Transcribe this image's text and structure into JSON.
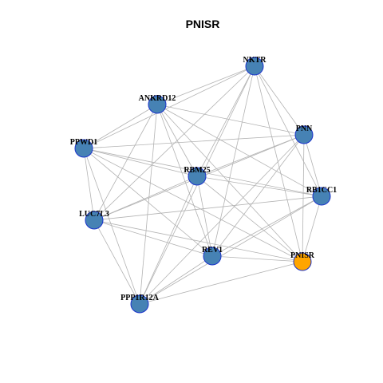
{
  "title": "PNISR",
  "colors": {
    "node_fill": "#4682b4",
    "highlight_fill": "#ffa500",
    "node_stroke": "#1a33cc",
    "edge": "#b3b3b3",
    "label": "#000000"
  },
  "nodes": [
    {
      "id": "NKTR",
      "label": "NKTR",
      "highlight": false
    },
    {
      "id": "ANKRD12",
      "label": "ANKRD12",
      "highlight": false
    },
    {
      "id": "PNN",
      "label": "PNN",
      "highlight": false
    },
    {
      "id": "PPWD1",
      "label": "PPWD1",
      "highlight": false
    },
    {
      "id": "RBM25",
      "label": "RBM25",
      "highlight": false
    },
    {
      "id": "RB1CC1",
      "label": "RB1CC1",
      "highlight": false
    },
    {
      "id": "LUC7L3",
      "label": "LUC7L3",
      "highlight": false
    },
    {
      "id": "REV1",
      "label": "REV1",
      "highlight": false
    },
    {
      "id": "PNISR",
      "label": "PNISR",
      "highlight": true
    },
    {
      "id": "PPP1R12A",
      "label": "PPP1R12A",
      "highlight": false
    }
  ],
  "edges": [
    [
      "NKTR",
      "ANKRD12"
    ],
    [
      "NKTR",
      "PNN"
    ],
    [
      "NKTR",
      "PPWD1"
    ],
    [
      "NKTR",
      "RBM25"
    ],
    [
      "NKTR",
      "RB1CC1"
    ],
    [
      "NKTR",
      "LUC7L3"
    ],
    [
      "NKTR",
      "REV1"
    ],
    [
      "NKTR",
      "PNISR"
    ],
    [
      "NKTR",
      "PPP1R12A"
    ],
    [
      "ANKRD12",
      "PNN"
    ],
    [
      "ANKRD12",
      "PPWD1"
    ],
    [
      "ANKRD12",
      "RBM25"
    ],
    [
      "ANKRD12",
      "RB1CC1"
    ],
    [
      "ANKRD12",
      "LUC7L3"
    ],
    [
      "ANKRD12",
      "REV1"
    ],
    [
      "ANKRD12",
      "PNISR"
    ],
    [
      "ANKRD12",
      "PPP1R12A"
    ],
    [
      "PNN",
      "PPWD1"
    ],
    [
      "PNN",
      "RBM25"
    ],
    [
      "PNN",
      "RB1CC1"
    ],
    [
      "PNN",
      "LUC7L3"
    ],
    [
      "PNN",
      "REV1"
    ],
    [
      "PNN",
      "PNISR"
    ],
    [
      "PNN",
      "PPP1R12A"
    ],
    [
      "PPWD1",
      "RBM25"
    ],
    [
      "PPWD1",
      "RB1CC1"
    ],
    [
      "PPWD1",
      "LUC7L3"
    ],
    [
      "PPWD1",
      "REV1"
    ],
    [
      "PPWD1",
      "PNISR"
    ],
    [
      "PPWD1",
      "PPP1R12A"
    ],
    [
      "RBM25",
      "RB1CC1"
    ],
    [
      "RBM25",
      "LUC7L3"
    ],
    [
      "RBM25",
      "REV1"
    ],
    [
      "RBM25",
      "PNISR"
    ],
    [
      "RBM25",
      "PPP1R12A"
    ],
    [
      "RB1CC1",
      "LUC7L3"
    ],
    [
      "RB1CC1",
      "REV1"
    ],
    [
      "RB1CC1",
      "PNISR"
    ],
    [
      "RB1CC1",
      "PPP1R12A"
    ],
    [
      "LUC7L3",
      "REV1"
    ],
    [
      "LUC7L3",
      "PNISR"
    ],
    [
      "LUC7L3",
      "PPP1R12A"
    ],
    [
      "REV1",
      "PNISR"
    ],
    [
      "REV1",
      "PPP1R12A"
    ],
    [
      "PNISR",
      "PPP1R12A"
    ]
  ]
}
